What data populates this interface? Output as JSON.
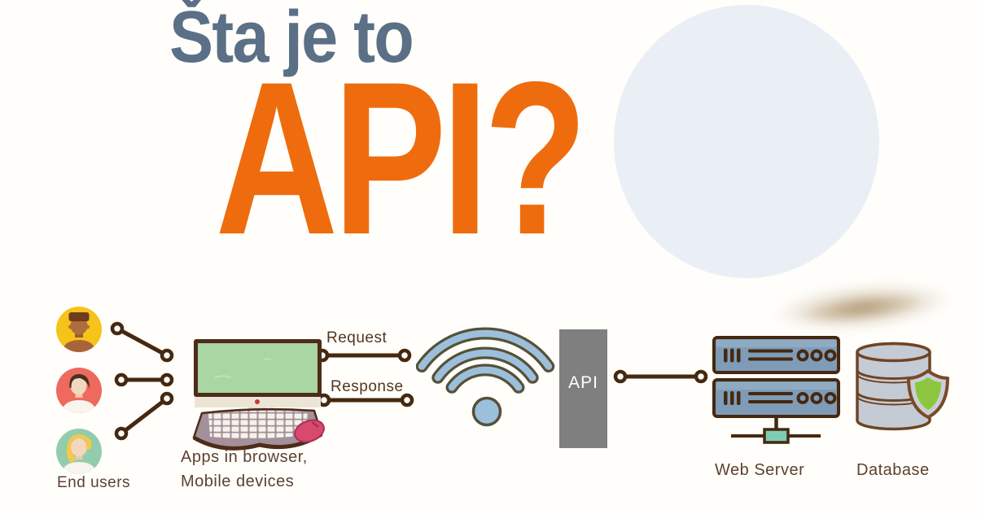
{
  "title": {
    "heading": "Šta je to",
    "subheading": "API?"
  },
  "labels": {
    "end_users": "End users",
    "apps_line1": "Apps in browser,",
    "apps_line2": "Mobile devices",
    "request": "Request",
    "response": "Response",
    "api": "API",
    "web_server": "Web Server",
    "database": "Database"
  },
  "colors": {
    "heading_slate": "#5b7086",
    "accent_orange": "#ee6c0e",
    "background_circle": "#e9eff5",
    "line_brown": "#46280f",
    "label_brown": "#5d4130",
    "wifi_blue": "#9cc0dc",
    "wifi_outline": "#565138",
    "api_box_gray": "#7f7f7f",
    "server_blue": "#7e9cb8",
    "switch_teal": "#7fccb6",
    "database_gray": "#c5cbd5",
    "shield_green": "#8cc63e",
    "avatar_yellow": "#f6c318",
    "avatar_coral": "#ee695e",
    "avatar_mint": "#93ccad",
    "screen_green": "#a9d6a2",
    "mouse_pink": "#d9486e"
  },
  "icons": {
    "user_avatar_male": "circle-avatar",
    "user_avatar_dark_hair": "circle-avatar",
    "user_avatar_blonde": "circle-avatar",
    "desktop_computer": "monitor-keyboard-mouse-shape",
    "wifi": "three-arcs-and-dot",
    "web_server": "stacked-rack-rectangles",
    "database": "cylinder-shape",
    "security_shield": "shield-shape"
  }
}
